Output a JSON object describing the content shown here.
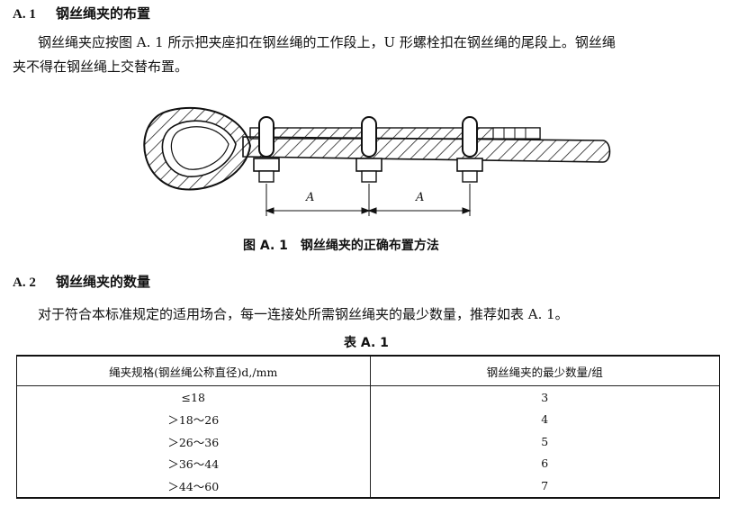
{
  "section_a1": {
    "number": "A. 1",
    "title": "钢丝绳夹的布置",
    "paragraph_line1": "钢丝绳夹应按图 A. 1 所示把夹座扣在钢丝绳的工作段上，U 形螺栓扣在钢丝绳的尾段上。钢丝绳",
    "paragraph_line2": "夹不得在钢丝绳上交替布置。"
  },
  "figure": {
    "caption": "图 A. 1　钢丝绳夹的正确布置方法",
    "dimension_label_1": "A",
    "dimension_label_2": "A"
  },
  "section_a2": {
    "number": "A. 2",
    "title": "钢丝绳夹的数量",
    "paragraph": "对于符合本标准规定的适用场合，每一连接处所需钢丝绳夹的最少数量，推荐如表 A. 1。"
  },
  "table": {
    "caption": "表 A. 1",
    "headers": [
      "绳夹规格(钢丝绳公称直径)d,/mm",
      "钢丝绳夹的最少数量/组"
    ],
    "rows": [
      [
        "≤18",
        "3"
      ],
      [
        "＞18～26",
        "4"
      ],
      [
        "＞26～36",
        "5"
      ],
      [
        "＞36～44",
        "6"
      ],
      [
        "＞44～60",
        "7"
      ]
    ]
  }
}
